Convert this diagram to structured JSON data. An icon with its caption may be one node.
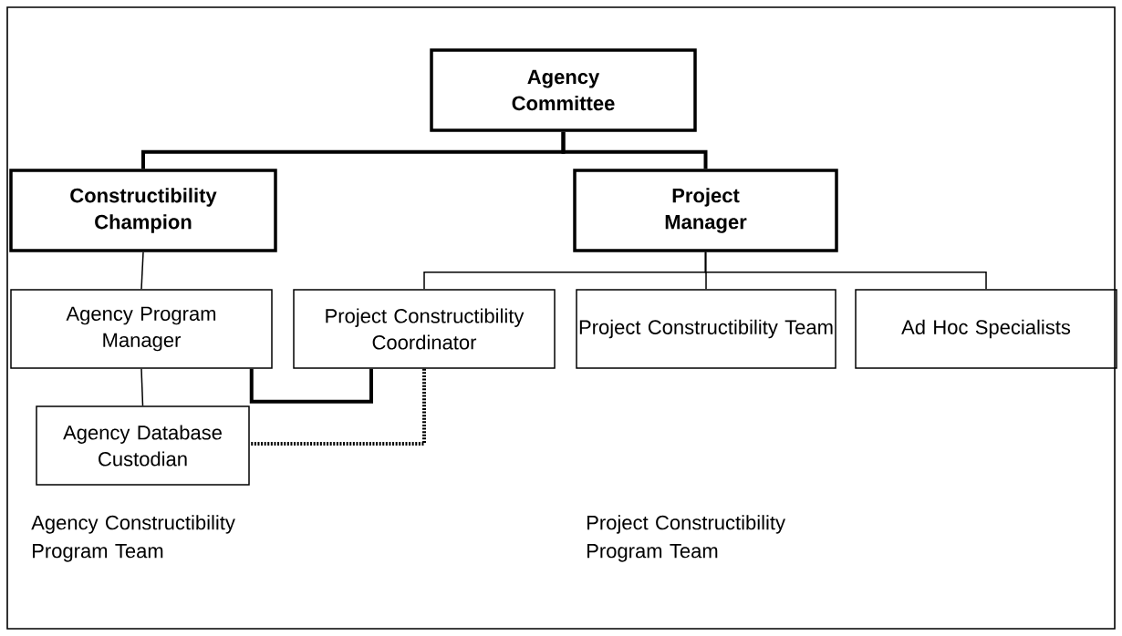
{
  "diagram": {
    "nodes": [
      {
        "text": [
          "Agency Committee"
        ]
      },
      {
        "text": [
          "Constructibility Champion"
        ]
      },
      {
        "text": [
          "Project Manager"
        ]
      },
      {
        "text": [
          "Agency Program Manager"
        ]
      },
      {
        "text": [
          "Project Constructibility Coordinator"
        ]
      },
      {
        "text": [
          "Project Constructibility Team"
        ]
      },
      {
        "text": [
          "Ad Hoc Specialists"
        ]
      },
      {
        "text": [
          "Agency Database Custodian"
        ]
      }
    ],
    "edges": [
      {
        "from": 0,
        "to": 1,
        "arrow": "none",
        "style": "thick"
      },
      {
        "from": 0,
        "to": 2,
        "arrow": "none",
        "style": "thick"
      },
      {
        "from": 1,
        "to": 3,
        "arrow": "none"
      },
      {
        "from": 2,
        "to": 4,
        "arrow": "none"
      },
      {
        "from": 2,
        "to": 5,
        "arrow": "none"
      },
      {
        "from": 2,
        "to": 6,
        "arrow": "none"
      },
      {
        "from": 3,
        "to": 7,
        "arrow": "none"
      },
      {
        "from": 3,
        "to": 4,
        "arrow": "none",
        "style": "thick"
      },
      {
        "from": 4,
        "to": 7,
        "arrow": "none",
        "style": "dashed"
      }
    ],
    "labels": [
      "Agency Constructibility Program Team",
      "Project Constructibility Program Team"
    ]
  }
}
